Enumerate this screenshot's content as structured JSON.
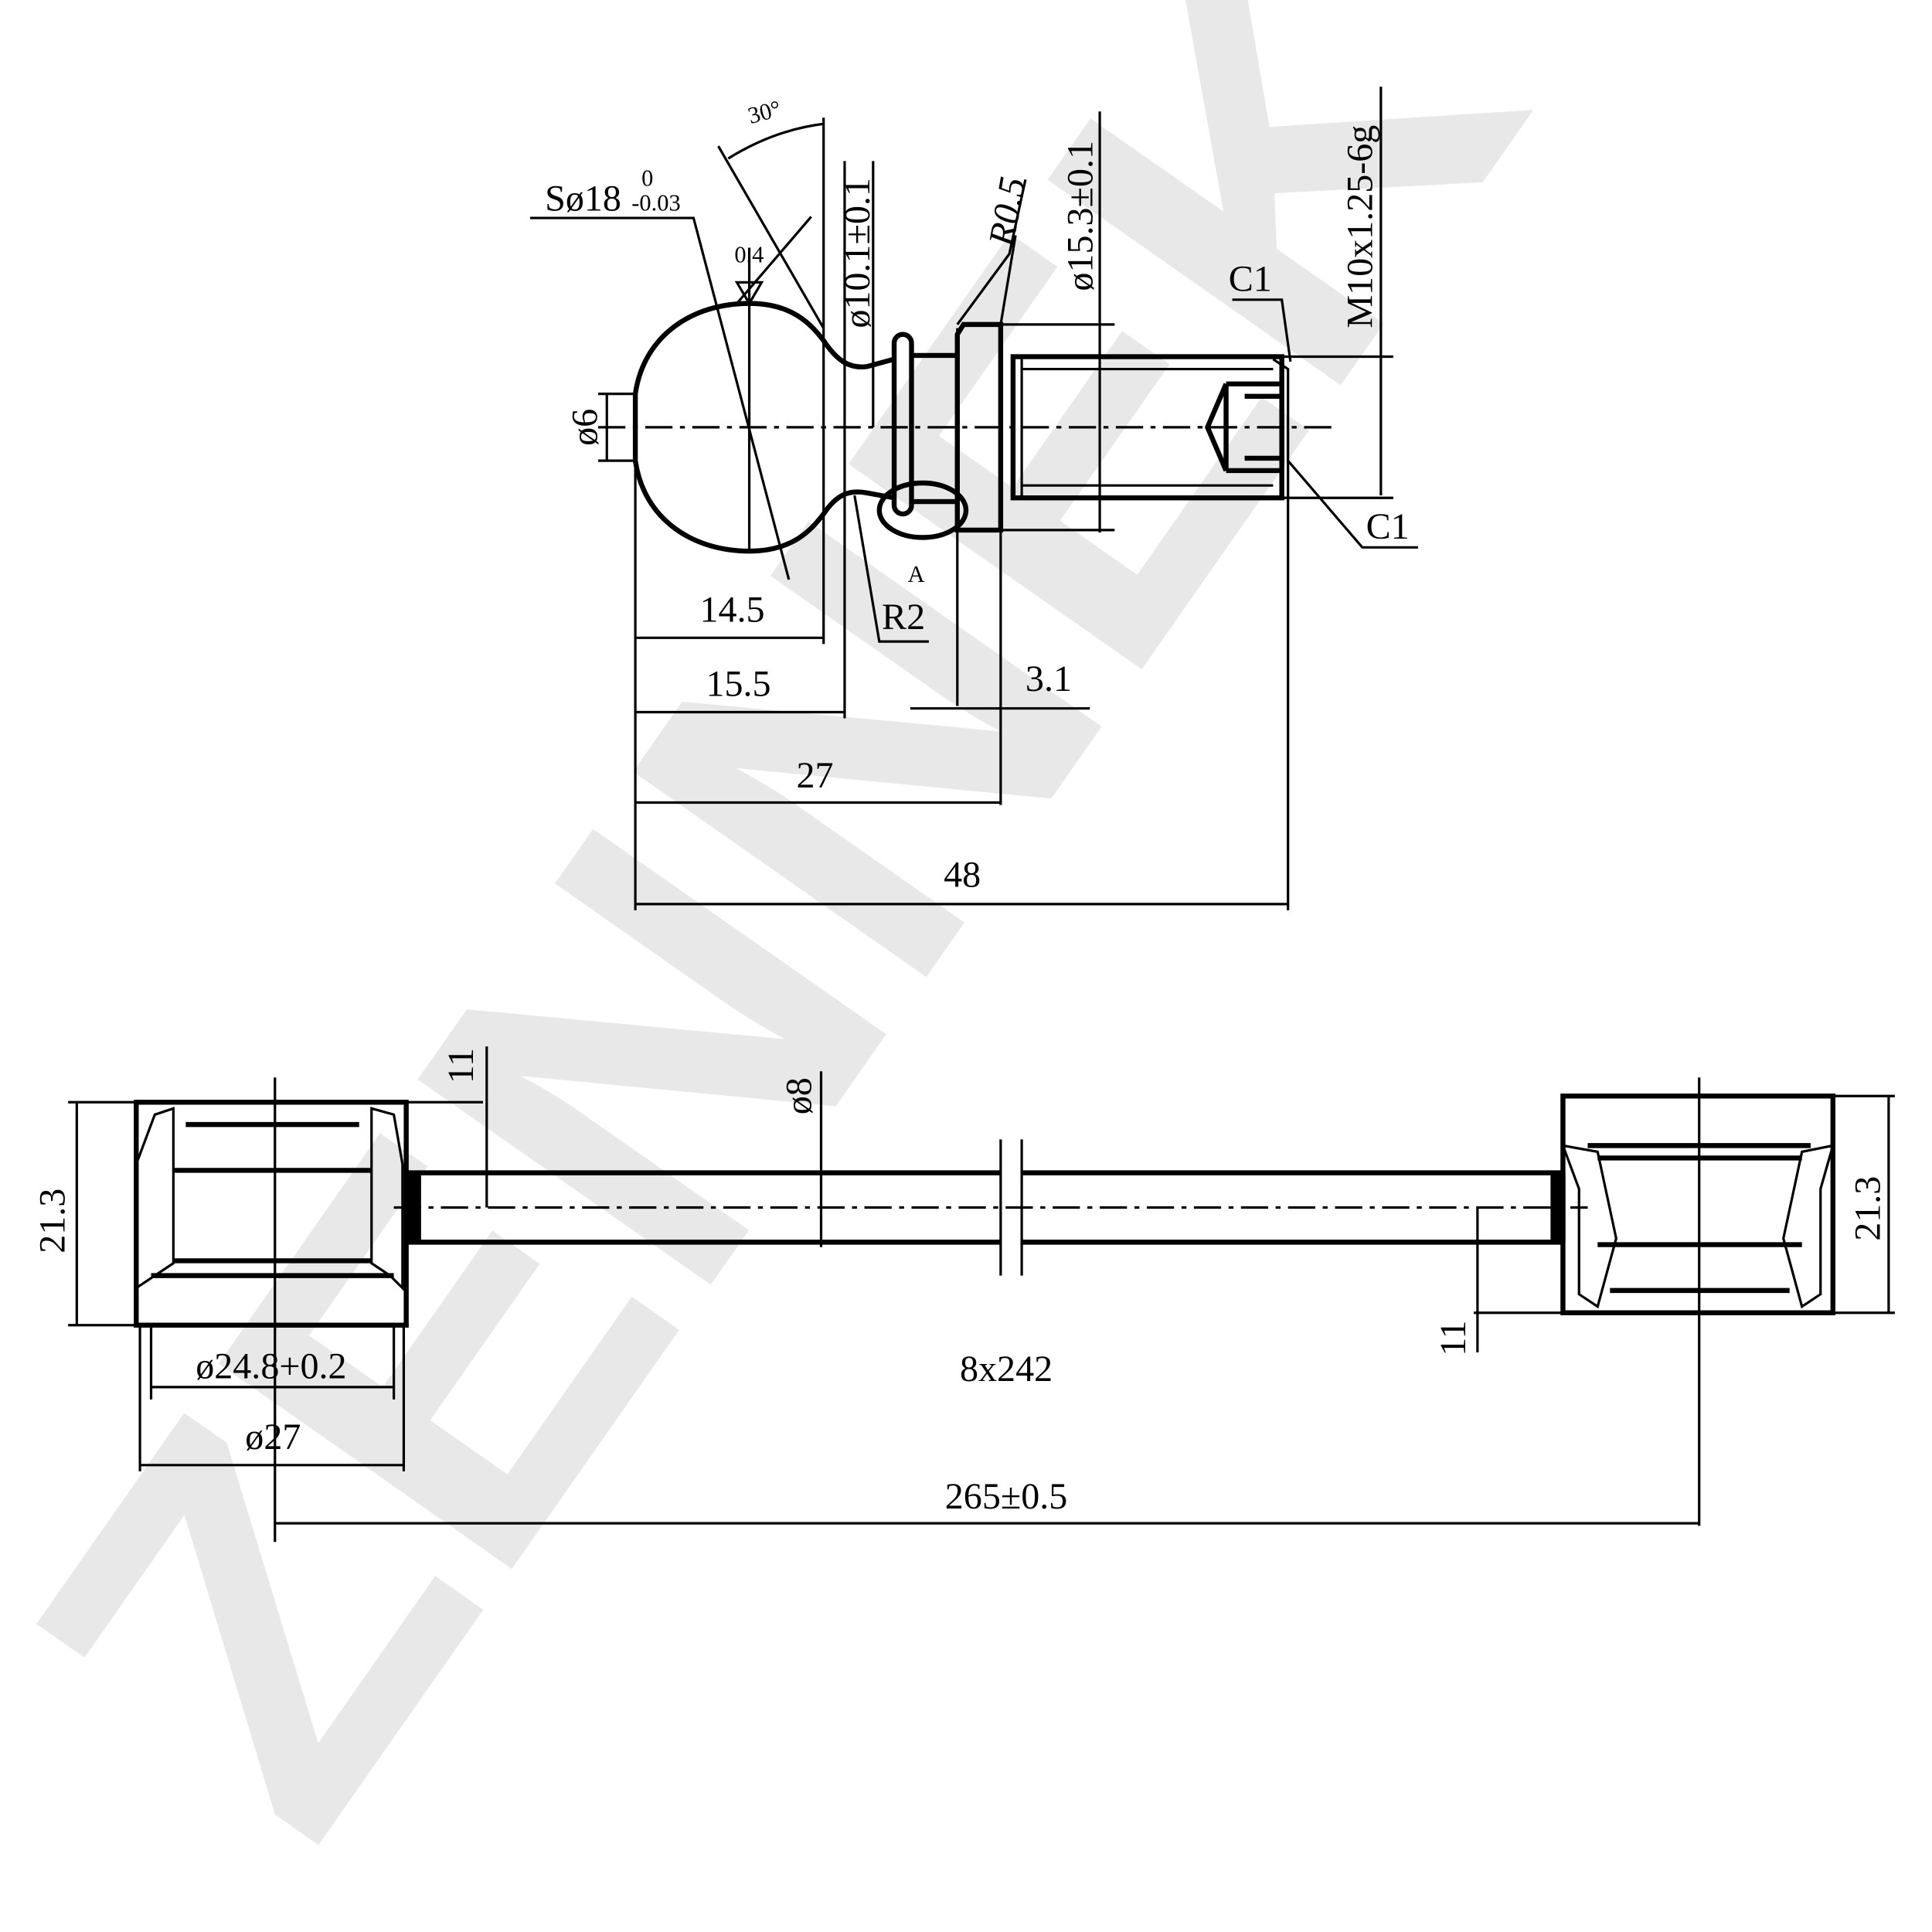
{
  "watermark": "ZENNEK",
  "ball_stud": {
    "sphere_dia": "Sø18",
    "sphere_tol_upper": "0",
    "sphere_tol_lower": "-0.03",
    "angle": "30°",
    "roughness": "0.4",
    "neck_dia": "ø10.1±0.1",
    "fillet_r05": "R0.5",
    "flange_dia": "ø15.3±0.1",
    "thread": "M10x1.25-6g",
    "chamfer_top": "C1",
    "chamfer_bottom": "C1",
    "end_dia": "ø6",
    "detail_label": "A",
    "fillet_r2": "R2",
    "dim_14_5": "14.5",
    "dim_15_5": "15.5",
    "dim_3_1": "3.1",
    "dim_27": "27",
    "dim_48": "48"
  },
  "link_rod": {
    "height_left": "21.3",
    "height_right": "21.3",
    "offset_left": "11",
    "offset_right": "11",
    "rod_dia": "ø8",
    "inner_dia": "ø24.8+0.2",
    "outer_dia": "ø27",
    "rod_spec": "8x242",
    "overall_length": "265±0.5"
  }
}
